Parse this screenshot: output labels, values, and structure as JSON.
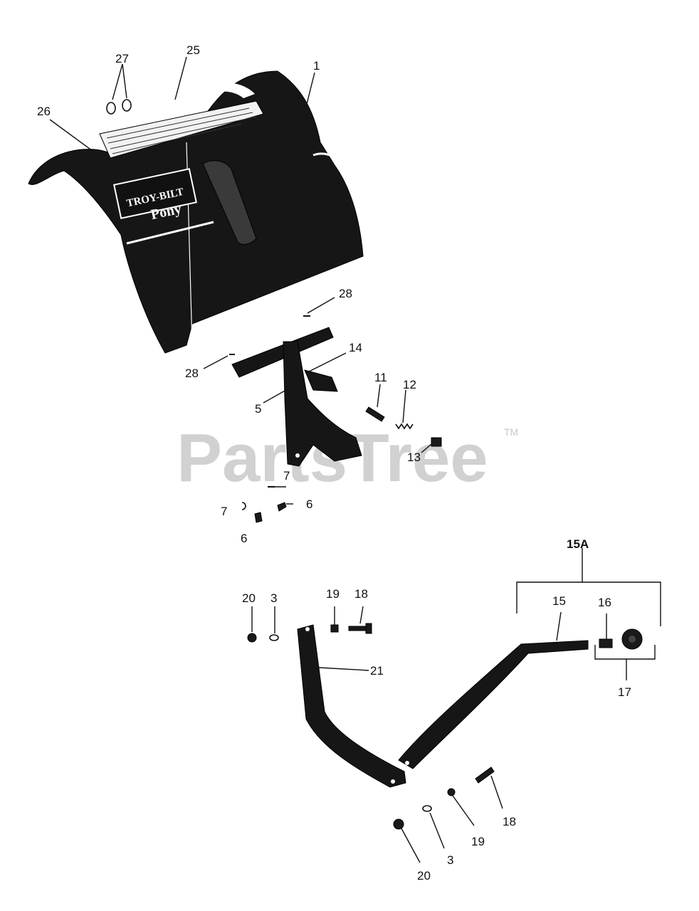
{
  "watermark": {
    "brand": "PartsTree",
    "trademark": "TM"
  },
  "decal": {
    "logo": "TROY-BILT",
    "model": "Pony"
  },
  "callouts": {
    "c1": "1",
    "c25": "25",
    "c27": "27",
    "c26": "26",
    "c28a": "28",
    "c28b": "28",
    "c14": "14",
    "c5": "5",
    "c11": "11",
    "c12": "12",
    "c13": "13",
    "c7a": "7",
    "c7b": "7",
    "c6a": "6",
    "c6b": "6",
    "c15A": "15A",
    "c15": "15",
    "c16": "16",
    "c17": "17",
    "c20a": "20",
    "c3a": "3",
    "c19a": "19",
    "c18a": "18",
    "c21": "21",
    "c18b": "18",
    "c19b": "19",
    "c3b": "3",
    "c20b": "20"
  }
}
